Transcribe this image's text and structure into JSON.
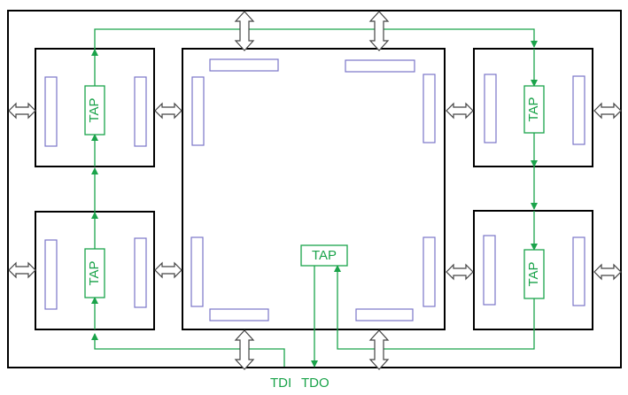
{
  "diagram": {
    "tap_label": "TAP",
    "pins": {
      "tdi": "TDI",
      "tdo": "TDO"
    },
    "colors": {
      "border": "#000000",
      "register": "#7a74c8",
      "scan_chain": "#1aa34a",
      "io_arrow": "#444444"
    }
  }
}
